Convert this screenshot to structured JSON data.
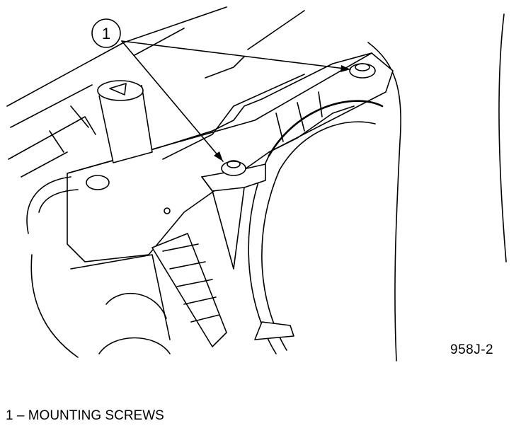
{
  "callout": {
    "number": "1"
  },
  "figure_id": "958J-2",
  "legend": {
    "number": "1",
    "separator": "–",
    "text": "MOUNTING SCREWS"
  }
}
